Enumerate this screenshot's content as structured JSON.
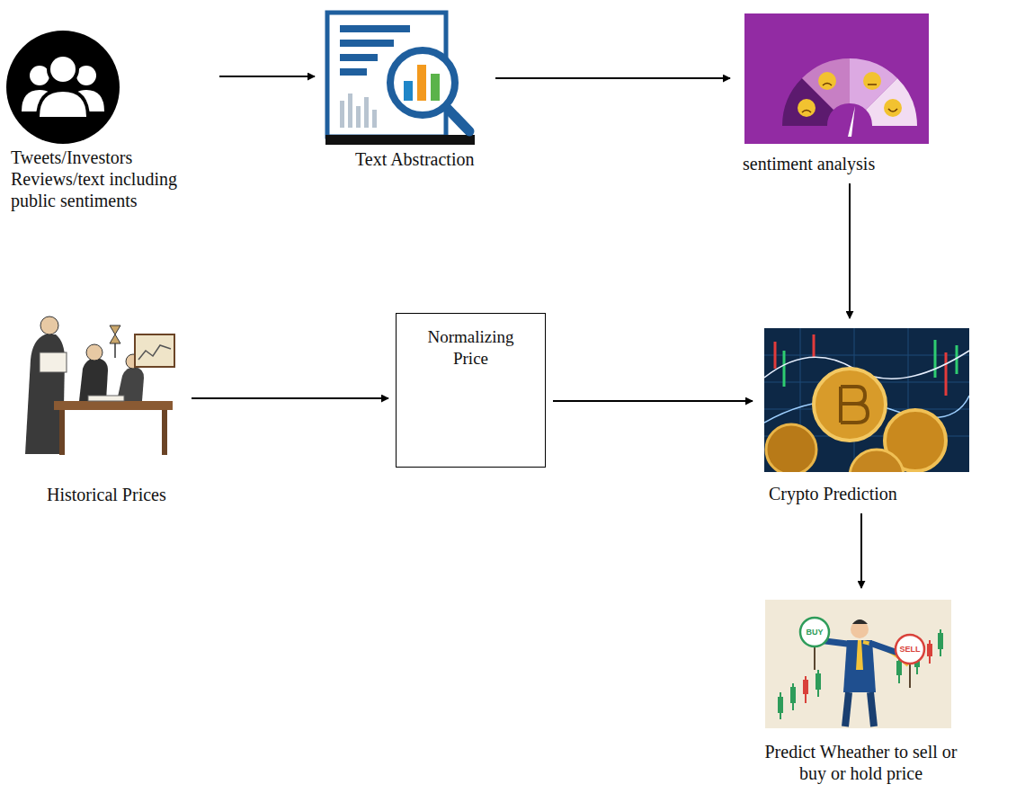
{
  "diagram": {
    "nodes": [
      {
        "text": [
          "Tweets/Investors Reviews/text including public sentiments"
        ]
      },
      {
        "text": [
          "Text Abstraction"
        ]
      },
      {
        "text": [
          "sentiment analysis"
        ]
      },
      {
        "text": [
          "Historical Prices"
        ]
      },
      {
        "text": [
          "Normalizing Price"
        ]
      },
      {
        "text": [
          "Crypto Prediction"
        ]
      },
      {
        "text": [
          "Predict Wheather to sell or buy or hold price"
        ]
      }
    ],
    "edges": [
      {
        "from": 0,
        "to": 1,
        "arrow": "to"
      },
      {
        "from": 1,
        "to": 2,
        "arrow": "to"
      },
      {
        "from": 2,
        "to": 5,
        "arrow": "to"
      },
      {
        "from": 3,
        "to": 4,
        "arrow": "to"
      },
      {
        "from": 4,
        "to": 5,
        "arrow": "to"
      },
      {
        "from": 5,
        "to": 6,
        "arrow": "to"
      }
    ],
    "labels": [
      "BUY",
      "SELL"
    ]
  }
}
